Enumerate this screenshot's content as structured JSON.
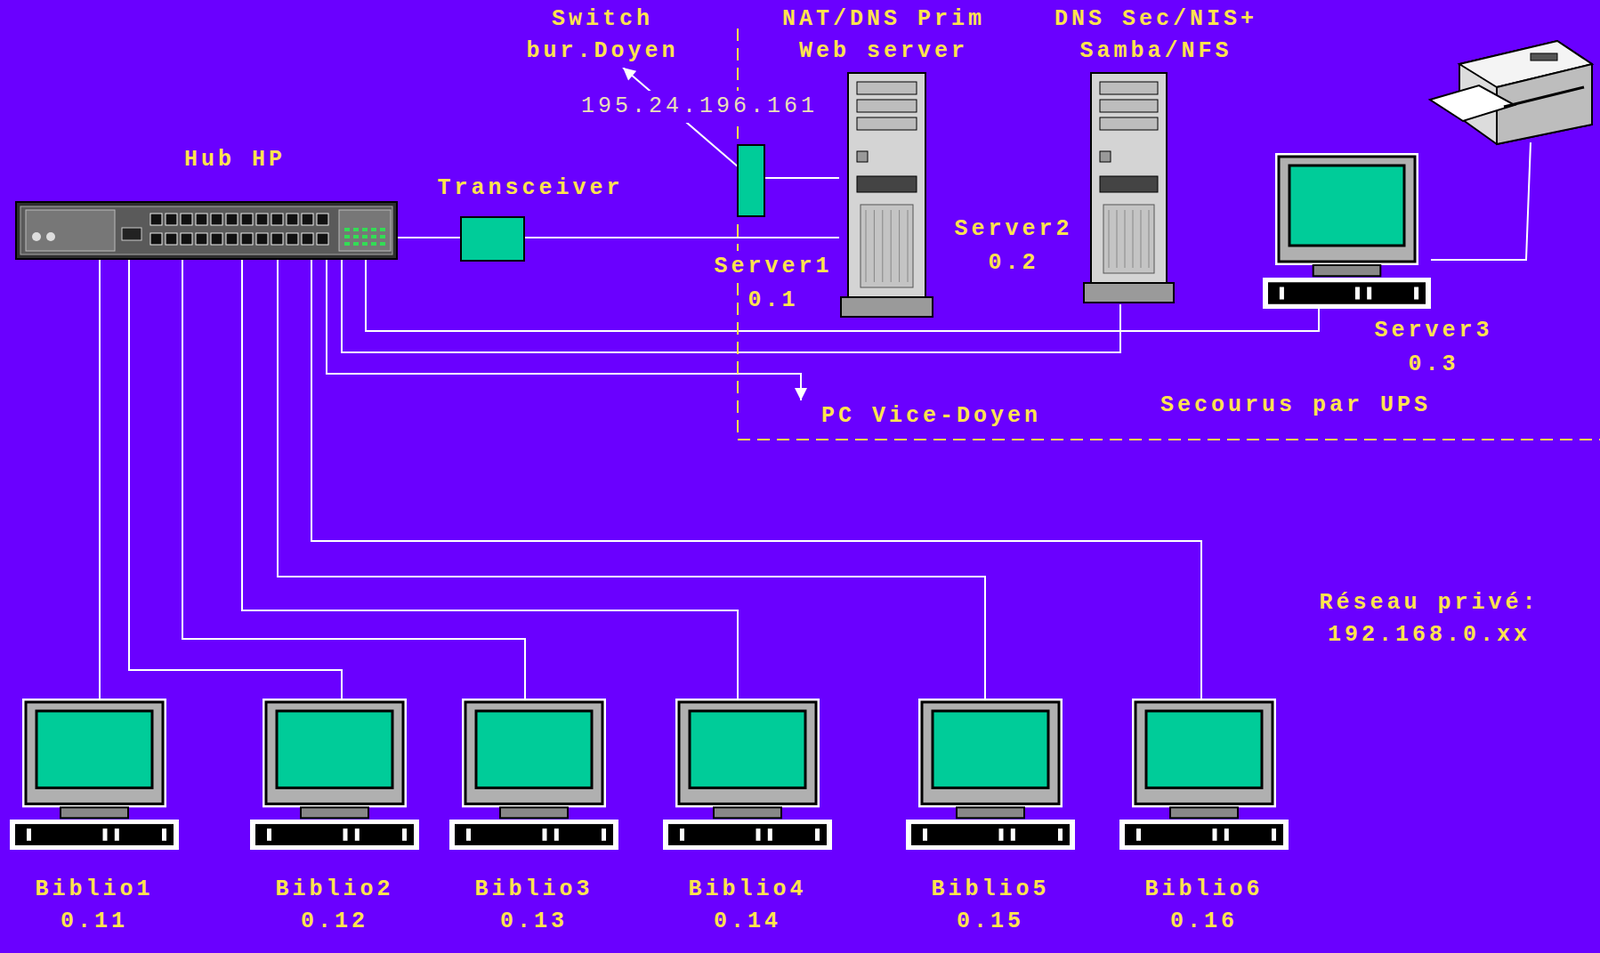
{
  "diagram": {
    "nodes": [
      {
        "text": [
          "Switch bur.Doyen"
        ]
      },
      {
        "text": [
          "NAT/DNS Prim Web server",
          "Server1",
          "0.1"
        ]
      },
      {
        "text": [
          "DNS Sec/NIS+ Samba/NFS",
          "Server2",
          "0.2"
        ]
      },
      {
        "text": [
          "Hub HP"
        ]
      },
      {
        "text": [
          "Transceiver"
        ]
      },
      {
        "text": [
          "Server3",
          "0.3"
        ]
      },
      {
        "text": [
          "PC Vice-Doyen"
        ]
      },
      {
        "text": [
          "Biblio1",
          "0.11"
        ]
      },
      {
        "text": [
          "Biblio2",
          "0.12"
        ]
      },
      {
        "text": [
          "Biblio3",
          "0.13"
        ]
      },
      {
        "text": [
          "Biblio4",
          "0.14"
        ]
      },
      {
        "text": [
          "Biblio5",
          "0.15"
        ]
      },
      {
        "text": [
          "Biblio6",
          "0.16"
        ]
      }
    ],
    "edges": [
      {
        "from": 3,
        "to": 4,
        "arrow": "none"
      },
      {
        "from": 4,
        "to": 1,
        "arrow": "none"
      },
      {
        "from": 1,
        "to": 0,
        "label": "195.24.196.161",
        "arrow": "to"
      },
      {
        "from": 3,
        "to": 2,
        "arrow": "none"
      },
      {
        "from": 3,
        "to": 5,
        "arrow": "none"
      },
      {
        "from": 3,
        "to": 6,
        "arrow": "to"
      },
      {
        "from": 3,
        "to": 7,
        "arrow": "none"
      },
      {
        "from": 3,
        "to": 8,
        "arrow": "none"
      },
      {
        "from": 3,
        "to": 9,
        "arrow": "none"
      },
      {
        "from": 3,
        "to": 10,
        "arrow": "none"
      },
      {
        "from": 3,
        "to": 11,
        "arrow": "none"
      },
      {
        "from": 3,
        "to": 12,
        "arrow": "none"
      }
    ],
    "labels": [
      "Secourus par UPS",
      "Réseau privé: 192.168.0.xx"
    ]
  }
}
